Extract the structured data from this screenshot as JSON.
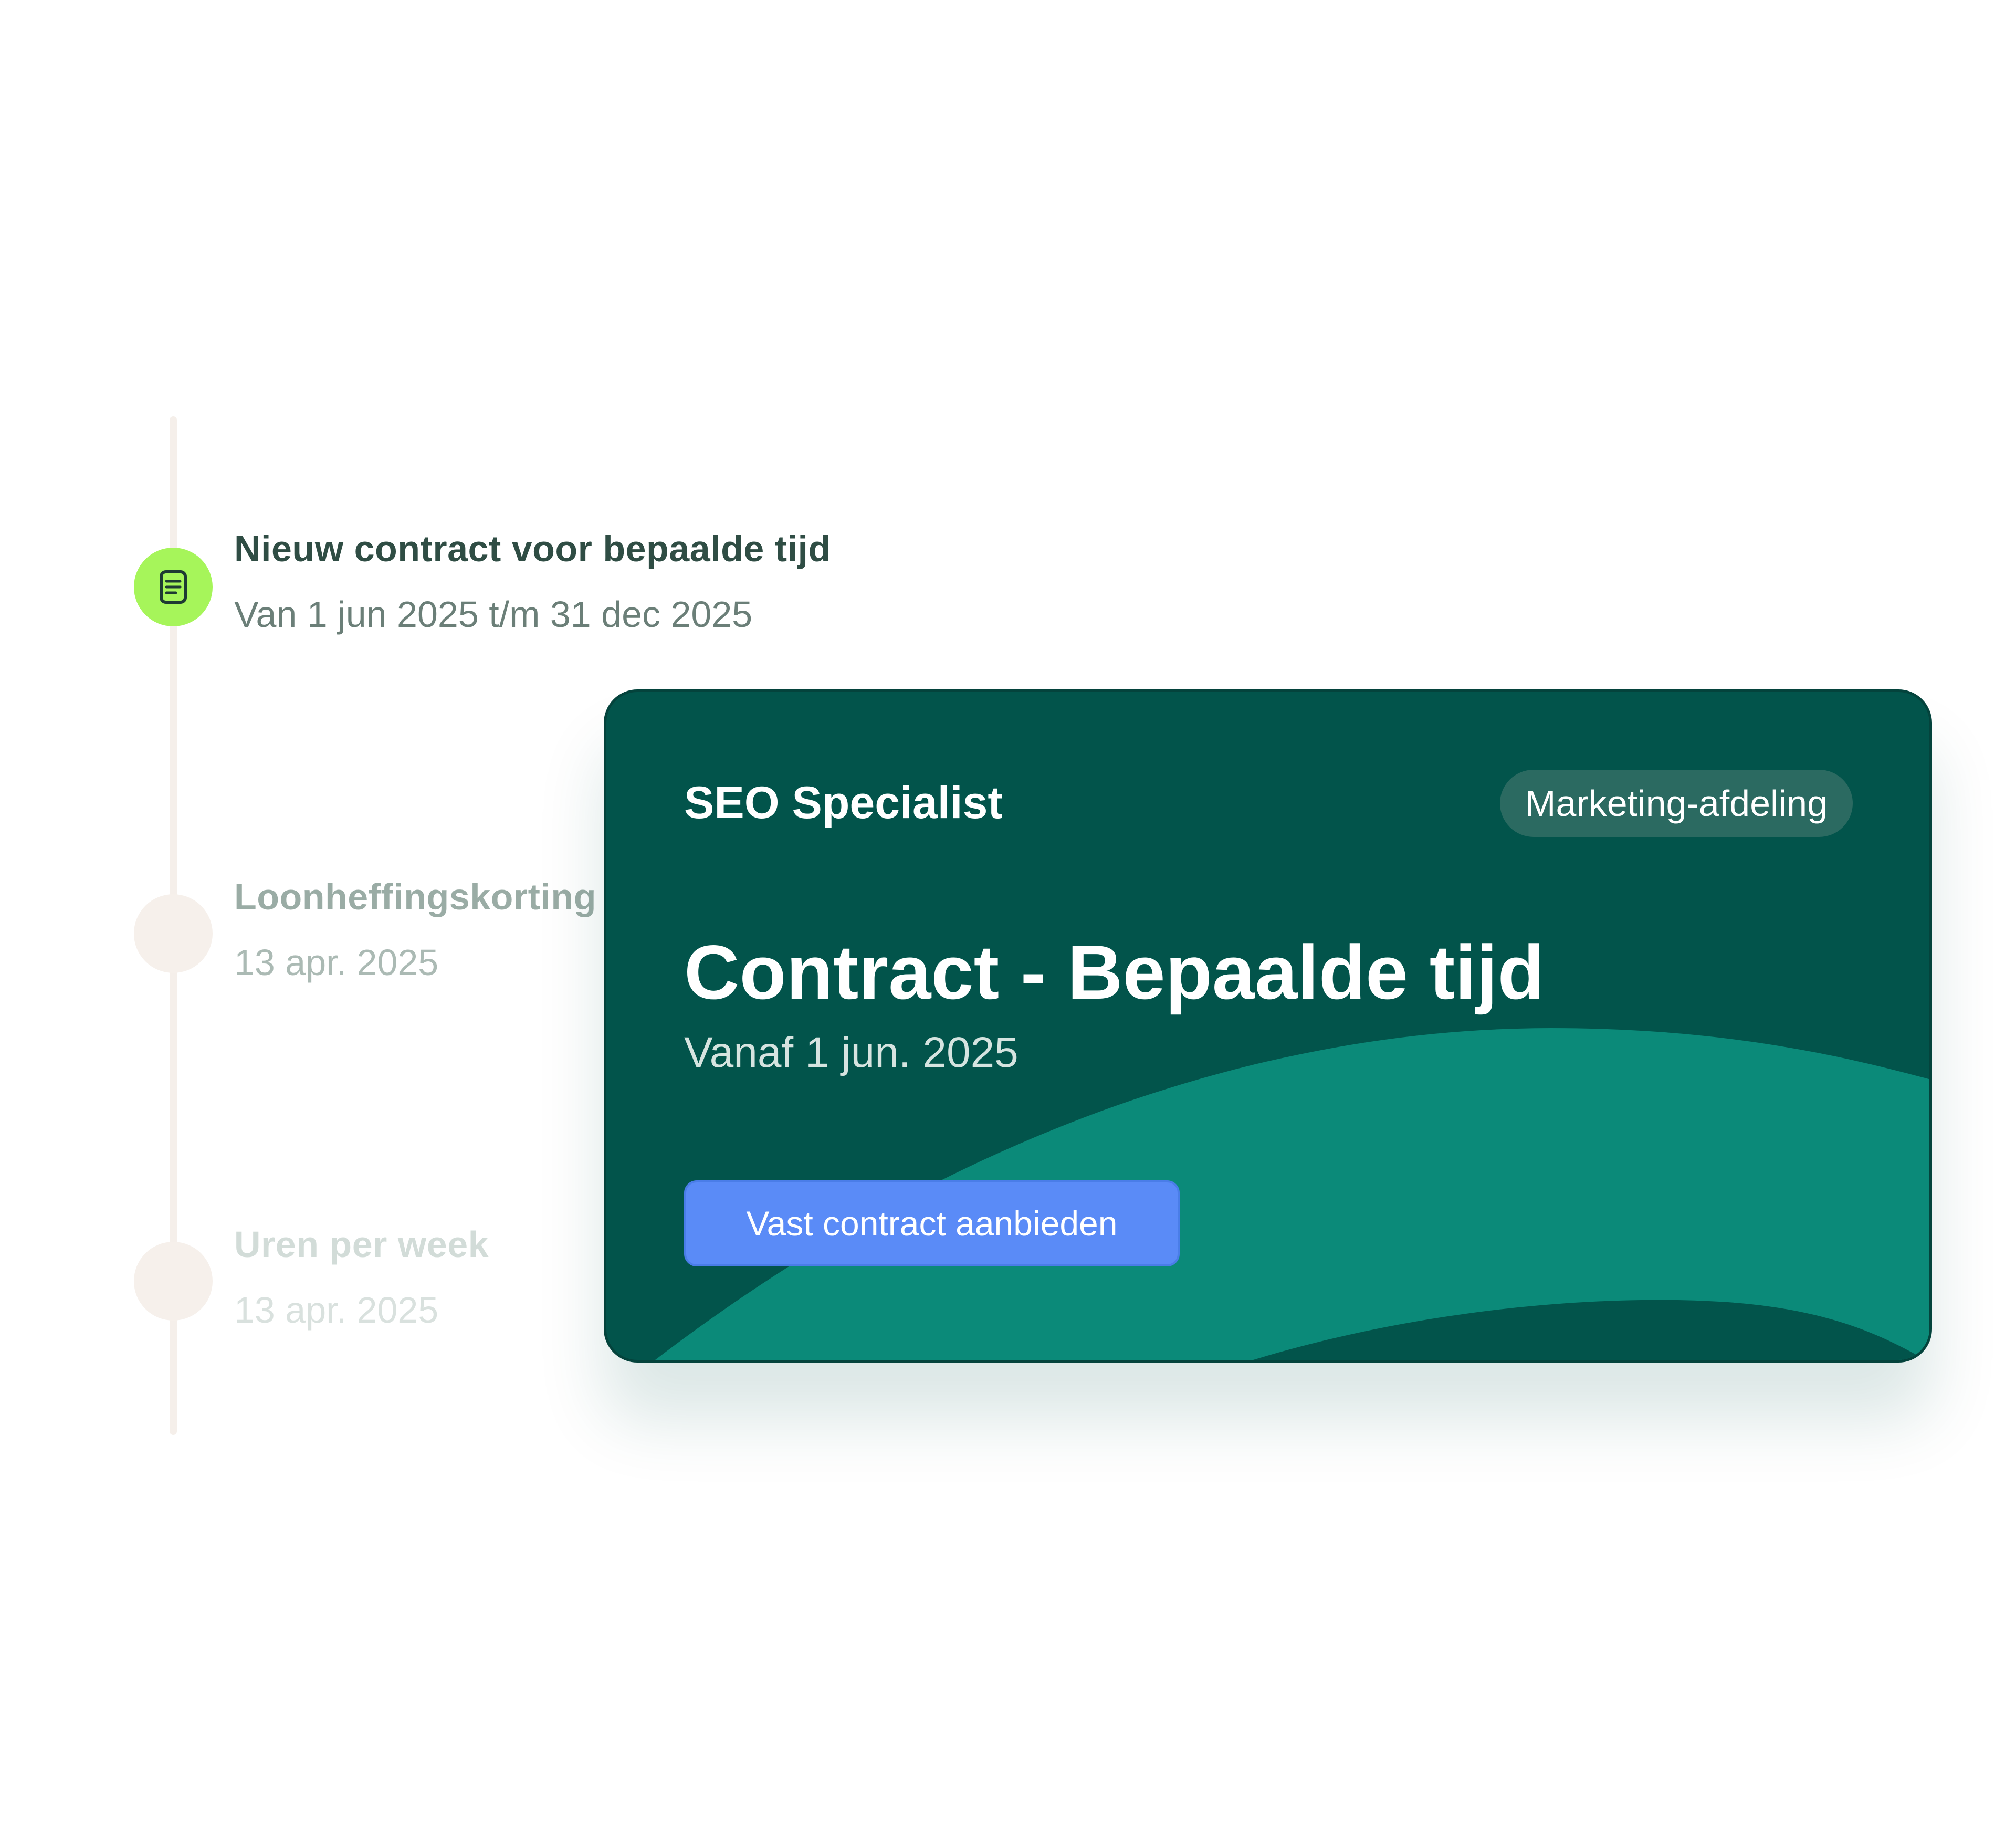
{
  "timeline": {
    "items": [
      {
        "title": "Nieuw contract voor bepaalde tijd",
        "subtitle": "Van 1 jun 2025 t/m 31 dec 2025",
        "icon": "document-icon",
        "state": "active"
      },
      {
        "title": "Loonheffingskorting",
        "subtitle": "13 apr. 2025",
        "state": "faded"
      },
      {
        "title": "Uren per week",
        "subtitle": "13 apr. 2025",
        "state": "faded"
      }
    ]
  },
  "card": {
    "role": "SEO Specialist",
    "department_badge": "Marketing-afdeling",
    "title": "Contract - Bepaalde tijd",
    "subtitle": "Vanaf 1 jun. 2025",
    "action_label": "Vast contract aanbieden"
  },
  "colors": {
    "card_background": "#02544b",
    "card_wave": "#0b8a79",
    "badge_background": "#2b6a61",
    "button": "#5a8bf7",
    "active_dot": "#a6f55a",
    "timeline_line": "#f5efea"
  }
}
